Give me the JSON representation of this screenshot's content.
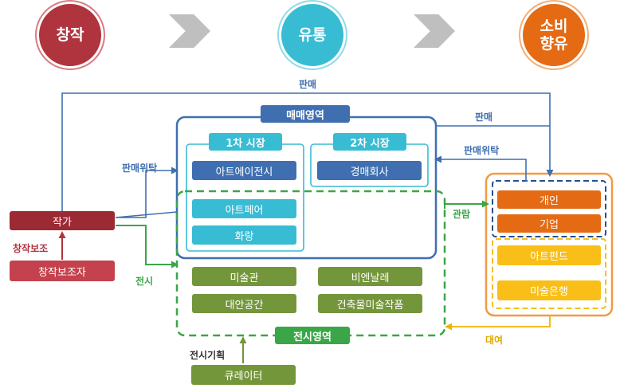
{
  "stages": {
    "creation": "창작",
    "distribution": "유통",
    "consumption_line1": "소비",
    "consumption_line2": "향유"
  },
  "areas": {
    "trade": "매매영역",
    "primary_market": "1차 시장",
    "secondary_market": "2차 시장",
    "exhibition": "전시영역"
  },
  "nodes": {
    "art_expo": "아트에이전시",
    "auction_house": "경매회사",
    "art_fair": "아트페어",
    "gallery": "화랑",
    "museum": "미술관",
    "biennale": "비엔날레",
    "alt_space": "대안공간",
    "architecture_art": "건축물미술작품",
    "artist": "작가",
    "creation_supporter": "창작보조자",
    "curator": "큐레이터",
    "individual": "개인",
    "corporation": "기업",
    "art_fund": "아트펀드",
    "art_bank": "미술은행"
  },
  "flows": {
    "sale_top": "판매",
    "sale_right": "판매",
    "consign_right": "판매위탁",
    "consign_left": "판매위탁",
    "creation_support": "창작보조",
    "exhibition": "전시",
    "viewing": "관람",
    "lending": "대여",
    "exhibition_planning": "전시기획"
  },
  "colors": {
    "creation": "#b0343d",
    "distribution": "#38bcd3",
    "consumption": "#e46a14",
    "trade": "#3f6fb0",
    "exhibition": "#3aa647",
    "lending": "#f0b400"
  }
}
